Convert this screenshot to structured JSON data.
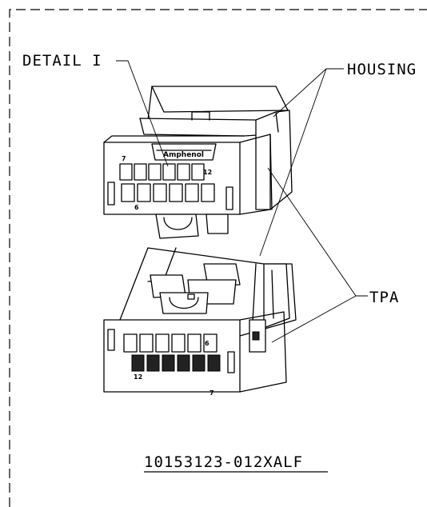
{
  "labels": {
    "detail": "DETAIL I",
    "housing": "HOUSING",
    "tpa": "TPA",
    "part_number": "10153123-012XALF"
  },
  "connector_markings": {
    "brand": "Amphenol",
    "top_pin_left": "7",
    "top_pin_right": "12",
    "top_pin_bottom": "6",
    "bottom_pin_right": "6",
    "bottom_pin_left": "12",
    "bottom_pin_bottom": "7"
  }
}
